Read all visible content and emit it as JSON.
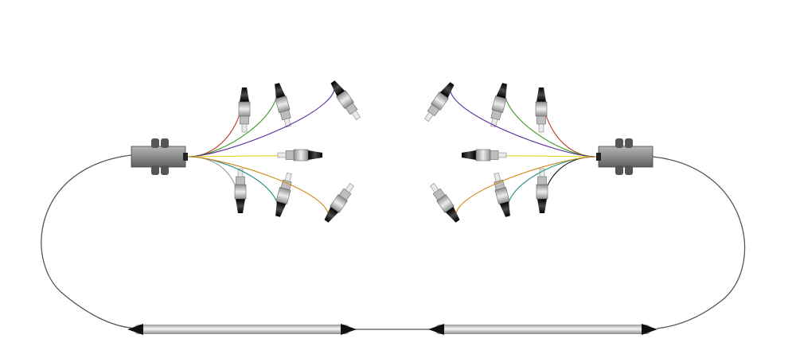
{
  "scene": {
    "background": "#ffffff",
    "subject": "fiber-optic-fanout-pair",
    "fiber_colors": {
      "red": "#c0392b",
      "green": "#3a9d23",
      "violet": "#5b2ca0",
      "yellow": "#e8d21f",
      "gray": "#9a9a9a",
      "teal": "#1f8f86",
      "orange": "#d08a17",
      "black": "#111111"
    },
    "body_color": "#8f8f8f",
    "connector_body_color": "#cfcfcf",
    "boot_color": "#1a1a1a",
    "tube_color": "#d8d8d8",
    "left_device": {
      "connector_count": 7
    },
    "right_device": {
      "connector_count": 7
    }
  }
}
